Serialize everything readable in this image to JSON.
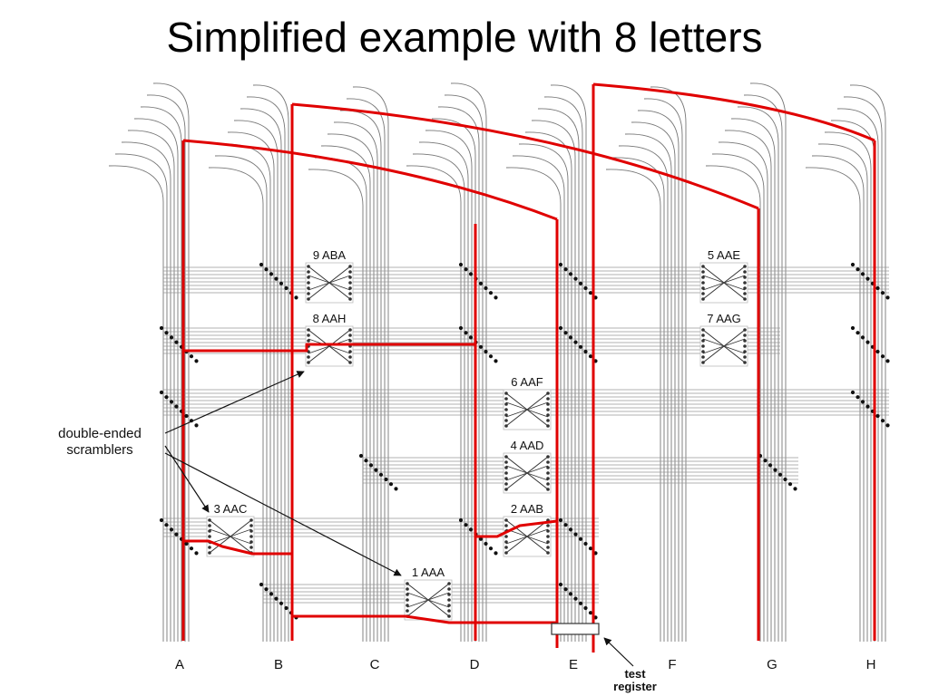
{
  "slide": {
    "title": "Simplified example with 8 letters"
  },
  "diagram": {
    "column_letters": [
      "A",
      "B",
      "C",
      "D",
      "E",
      "F",
      "G",
      "H"
    ],
    "scramblers": [
      {
        "label": "9  ABA"
      },
      {
        "label": "8  AAH"
      },
      {
        "label": "6  AAF"
      },
      {
        "label": "4  AAD"
      },
      {
        "label": "2  AAB"
      },
      {
        "label": "5  AAE"
      },
      {
        "label": "7  AAG"
      },
      {
        "label": "3  AAC"
      },
      {
        "label": "1  AAA"
      }
    ],
    "annotations": {
      "double_ended_line1": "double-ended",
      "double_ended_line2": "scramblers",
      "test_line1": "test",
      "test_line2": "register"
    },
    "colors": {
      "highlight": "#e00000",
      "wire": "#777777",
      "scrambler": "#333333"
    }
  }
}
